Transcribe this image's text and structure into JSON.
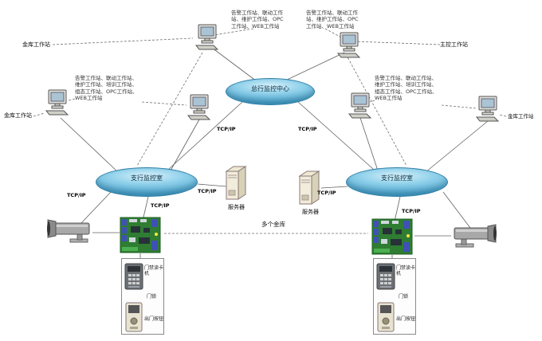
{
  "diagram": {
    "tcpip_label": "TCP/IP",
    "multi_vault_label": "多个金库",
    "networks": {
      "head": "总行监控中心",
      "branch_left": "支行监控室",
      "branch_right": "支行监控室"
    },
    "workstations": {
      "top_left_label": "金库工作站",
      "top_right_label": "主控工作站",
      "far_left_label": "金库工作站",
      "far_right_label": "金库工作站"
    },
    "server_label": "服务器",
    "annotations": {
      "top_left": "告警工作站、联动工作站、维护工作站、OPC工作站、WEB工作站",
      "top_right": "告警工作站、联动工作站、维护工作站、OPC工作站、WEB工作站",
      "left": "告警工作站、联动工作站、维护工作站、培训工作站、组态工作站、OPC工作站、WEB工作站",
      "right": "告警工作站、联动工作站、维护工作站、培训工作站、组态工作站、OPC工作站、WEB工作站"
    },
    "access_devices": {
      "left": [
        "门禁读卡机",
        "门锁",
        "出门按钮"
      ],
      "right": [
        "门禁读卡机",
        "门锁",
        "出门按钮"
      ]
    }
  }
}
